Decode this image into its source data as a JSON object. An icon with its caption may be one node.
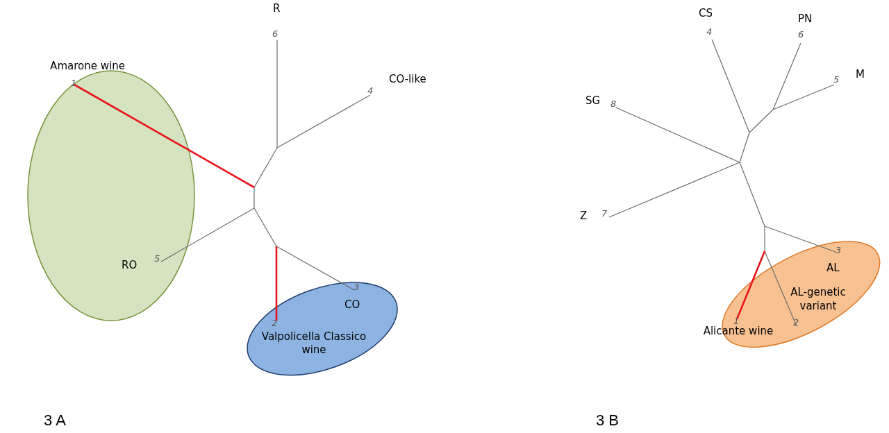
{
  "diagram": {
    "nodes": [
      {
        "text": [
          "Amarone wine"
        ]
      },
      {
        "text": [
          "Valpolicella Classico wine"
        ]
      },
      {
        "text": [
          "Alicante wine"
        ]
      }
    ],
    "labels": [
      "R",
      "6",
      "CO-like",
      "4",
      "1",
      "RO",
      "5",
      "3",
      "CO",
      "2",
      "3 A",
      "CS",
      "4",
      "PN",
      "6",
      "M",
      "5",
      "SG",
      "8",
      "Z",
      "7",
      "3",
      "AL",
      "AL-genetic variant",
      "1",
      "2",
      "3 B"
    ]
  }
}
